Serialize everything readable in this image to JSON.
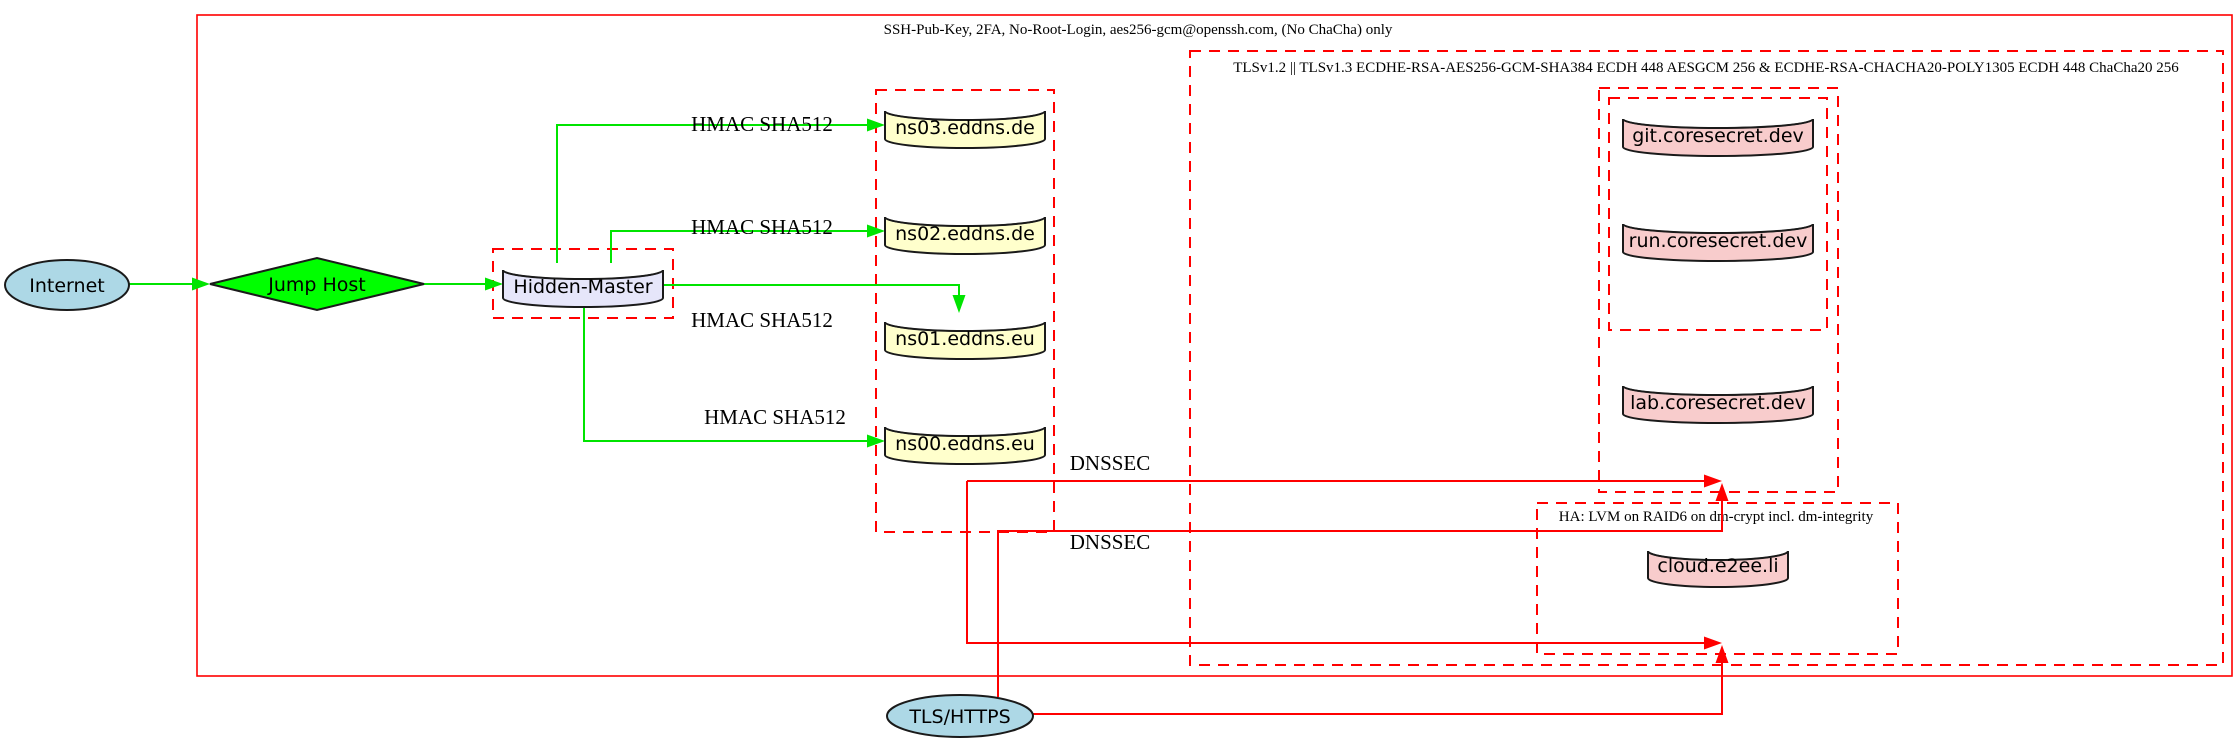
{
  "diagram": {
    "cluster_labels": {
      "ssh": "SSH-Pub-Key, 2FA, No-Root-Login, aes256-gcm@openssh.com, (No ChaCha) only",
      "tls": "TLSv1.2 || TLSv1.3 ECDHE-RSA-AES256-GCM-SHA384 ECDH 448 AESGCM 256 & ECDHE-RSA-CHACHA20-POLY1305 ECDH 448 ChaCha20 256",
      "ha": "HA: LVM on RAID6 on dm-crypt incl. dm-integrity"
    },
    "node_labels": {
      "internet": "Internet",
      "jump_host": "Jump Host",
      "hidden_master": "Hidden-Master",
      "ns03": "ns03.eddns.de",
      "ns02": "ns02.eddns.de",
      "ns01": "ns01.eddns.eu",
      "ns00": "ns00.eddns.eu",
      "git": "git.coresecret.dev",
      "run": "run.coresecret.dev",
      "lab": "lab.coresecret.dev",
      "cloud": "cloud.e2ee.li",
      "tls_https": "TLS/HTTPS"
    },
    "edge_labels": {
      "hmac_ns03": "HMAC SHA512",
      "hmac_ns02": "HMAC SHA512",
      "hmac_ns01": "HMAC SHA512",
      "hmac_ns00": "HMAC SHA512",
      "dnssec_1": "DNSSEC",
      "dnssec_2": "DNSSEC"
    },
    "colors": {
      "node_blue": "#add8e6",
      "node_green": "#00ff00",
      "node_lavender": "#e6e6fa",
      "node_yellow": "#ffffcc",
      "node_pink": "#f8cccc",
      "edge_green": "#00e400",
      "edge_red": "#ff0000",
      "cluster_red": "#ff0000"
    }
  }
}
